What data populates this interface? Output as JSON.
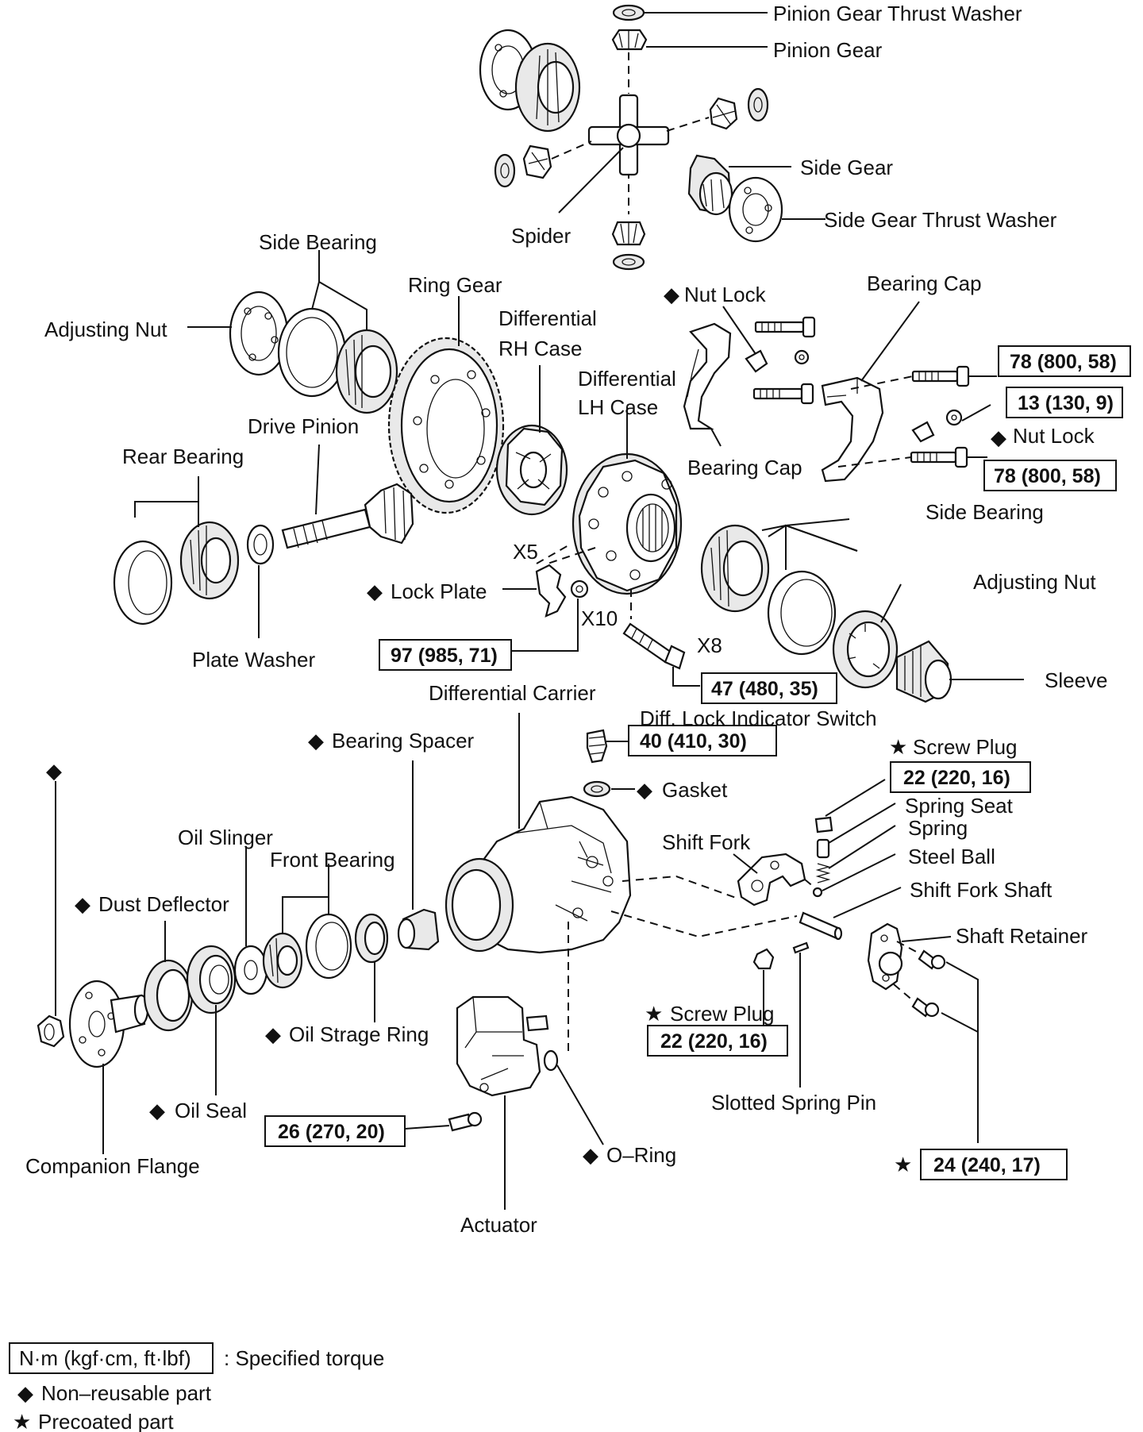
{
  "labels": {
    "pinion_gear_thrust_washer": "Pinion Gear Thrust Washer",
    "pinion_gear": "Pinion Gear",
    "side_gear": "Side Gear",
    "side_gear_thrust_washer": "Side Gear Thrust Washer",
    "spider": "Spider",
    "side_bearing_top": "Side Bearing",
    "ring_gear": "Ring Gear",
    "differential_rh_case_1": "Differential",
    "differential_rh_case_2": "RH Case",
    "differential_lh_case_1": "Differential",
    "differential_lh_case_2": "LH Case",
    "nut_lock_top": "Nut Lock",
    "bearing_cap_top": "Bearing Cap",
    "adjusting_nut_left": "Adjusting Nut",
    "drive_pinion": "Drive Pinion",
    "rear_bearing": "Rear Bearing",
    "bearing_cap_mid": "Bearing Cap",
    "nut_lock_right": "Nut Lock",
    "side_bearing_right": "Side Bearing",
    "adjusting_nut_right": "Adjusting Nut",
    "x5": "X5",
    "lock_plate": "Lock Plate",
    "x10": "X10",
    "plate_washer": "Plate Washer",
    "x8": "X8",
    "sleeve": "Sleeve",
    "differential_carrier": "Differential Carrier",
    "diff_lock_indicator_switch": "Diff. Lock Indicator Switch",
    "bearing_spacer": "Bearing Spacer",
    "screw_plug_top": "Screw Plug",
    "gasket": "Gasket",
    "spring_seat": "Spring Seat",
    "spring": "Spring",
    "shift_fork": "Shift Fork",
    "steel_ball": "Steel Ball",
    "oil_slinger": "Oil Slinger",
    "front_bearing": "Front Bearing",
    "shift_fork_shaft": "Shift Fork Shaft",
    "dust_deflector": "Dust Deflector",
    "shaft_retainer": "Shaft Retainer",
    "screw_plug_bottom": "Screw Plug",
    "oil_strage_ring": "Oil Strage Ring",
    "oil_seal": "Oil Seal",
    "slotted_spring_pin": "Slotted Spring Pin",
    "o_ring": "O–Ring",
    "companion_flange": "Companion Flange",
    "actuator": "Actuator"
  },
  "torques": {
    "t78_upper": "78 (800, 58)",
    "t13": "13 (130, 9)",
    "t78_lower": "78 (800, 58)",
    "t97": "97 (985, 71)",
    "t47": "47 (480, 35)",
    "t40": "40 (410, 30)",
    "t22_top": "22 (220, 16)",
    "t22_bottom": "22 (220, 16)",
    "t26": "26 (270, 20)",
    "t24": "24 (240, 17)"
  },
  "symbols": {
    "diamond": "◆",
    "star": "★"
  },
  "legend": {
    "torque_unit": "N·m (kgf·cm, ft·lbf)",
    "torque_desc": ": Specified torque",
    "non_reusable": "Non–reusable part",
    "precoated": "Precoated part"
  }
}
